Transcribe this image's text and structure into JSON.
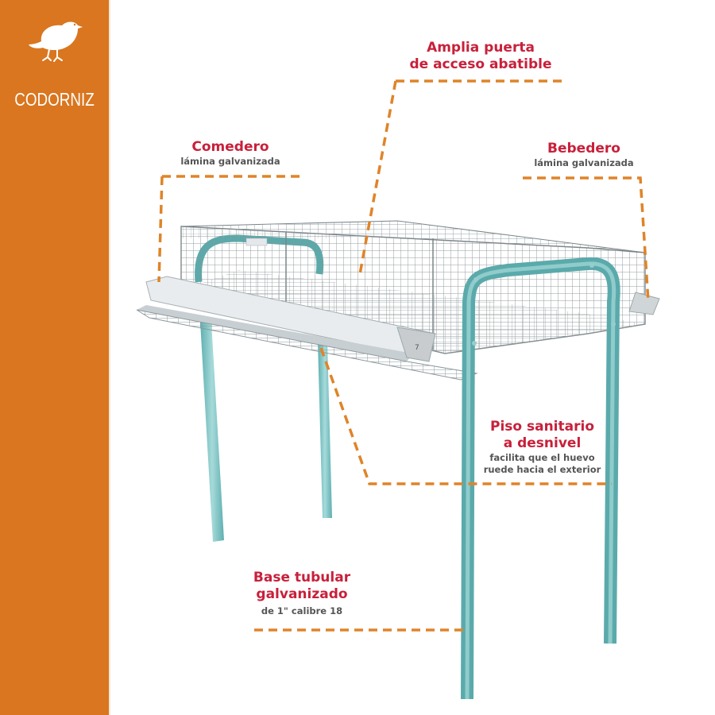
{
  "colors": {
    "sidebar": "#D9761F",
    "title_red": "#C8203A",
    "subtitle_gray": "#555555",
    "leader_orange": "#DF8429",
    "tube_teal": "#7EC4C4",
    "wire_gray": "#8A9498"
  },
  "sidebar": {
    "icon": "quail-icon",
    "label": "CODORNIZ"
  },
  "callouts": {
    "door": {
      "title_line1": "Amplia puerta",
      "title_line2": "de acceso abatible"
    },
    "feeder": {
      "title": "Comedero",
      "subtitle": "lámina galvanizada"
    },
    "waterer": {
      "title": "Bebedero",
      "subtitle": "lámina galvanizada"
    },
    "floor": {
      "title_line1": "Piso sanitario",
      "title_line2": "a desnivel",
      "subtitle_line1": "facilita que el huevo",
      "subtitle_line2": "ruede hacia el exterior"
    },
    "base": {
      "title_line1": "Base tubular",
      "title_line2": "galvanizado",
      "subtitle": "de 1\" calibre 18"
    }
  }
}
